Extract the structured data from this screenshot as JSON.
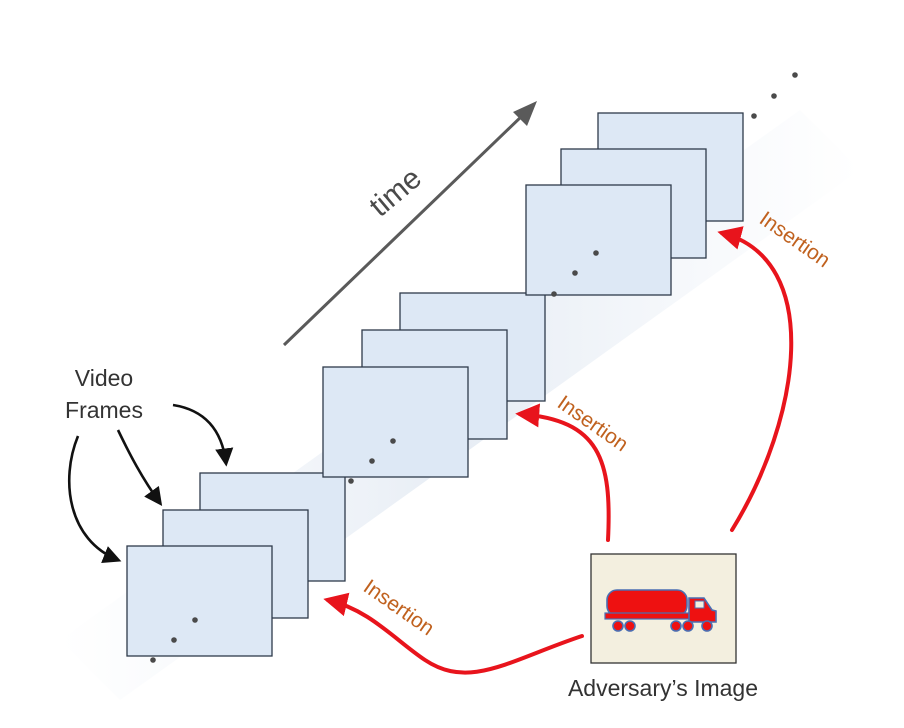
{
  "labels": {
    "time": "time",
    "video_frames_line1": "Video",
    "video_frames_line2": "Frames",
    "insertion": "Insertion",
    "adversary_image": "Adversary’s Image"
  },
  "colors": {
    "frame_fill": "#dde8f5",
    "frame_stroke": "#2e3a4a",
    "insertion_arrow": "#e8141c",
    "insertion_text": "#c0611e",
    "time_arrow": "#5a5a5a",
    "truck": "#ee1111",
    "adversary_bg": "#f3efdf"
  },
  "icons": {
    "adversary_image": "tanker-truck-icon"
  }
}
